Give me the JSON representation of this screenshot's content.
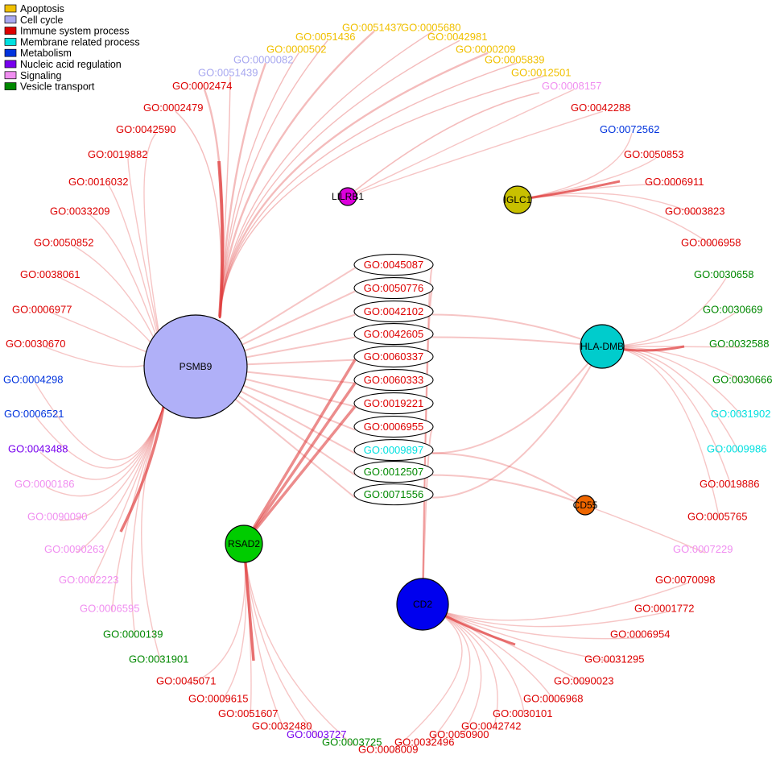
{
  "legend": [
    {
      "label": "Apoptosis",
      "color": "#f0c000"
    },
    {
      "label": "Cell cycle",
      "color": "#a8a8f0"
    },
    {
      "label": "Immune system process",
      "color": "#dd0000"
    },
    {
      "label": "Membrane related process",
      "color": "#00e0e0"
    },
    {
      "label": "Metabolism",
      "color": "#0033dd"
    },
    {
      "label": "Nucleic acid regulation",
      "color": "#7700ee"
    },
    {
      "label": "Signaling",
      "color": "#f08ef0"
    },
    {
      "label": "Vesicle transport",
      "color": "#008800"
    }
  ],
  "genes": [
    {
      "id": "PSMB9",
      "label": "PSMB9",
      "color": "#b0b0f8"
    },
    {
      "id": "LILRB1",
      "label": "LILRB1",
      "color": "#dd00dd"
    },
    {
      "id": "IGLC1",
      "label": "IGLC1",
      "color": "#c8c000"
    },
    {
      "id": "HLA-DMB",
      "label": "HLA-DMB",
      "color": "#00cccc"
    },
    {
      "id": "CD55",
      "label": "CD55",
      "color": "#ee6600"
    },
    {
      "id": "RSAD2",
      "label": "RSAD2",
      "color": "#00cc00"
    },
    {
      "id": "CD2",
      "label": "CD2",
      "color": "#0000ee"
    }
  ],
  "go_terms": [
    {
      "label": "GO:0002474",
      "category": "Immune system process",
      "gene": "PSMB9"
    },
    {
      "label": "GO:0002479",
      "category": "Immune system process",
      "gene": "PSMB9"
    },
    {
      "label": "GO:0042590",
      "category": "Immune system process",
      "gene": "PSMB9"
    },
    {
      "label": "GO:0019882",
      "category": "Immune system process",
      "gene": "PSMB9"
    },
    {
      "label": "GO:0016032",
      "category": "Immune system process",
      "gene": "PSMB9"
    },
    {
      "label": "GO:0033209",
      "category": "Immune system process",
      "gene": "PSMB9"
    },
    {
      "label": "GO:0050852",
      "category": "Immune system process",
      "gene": "PSMB9"
    },
    {
      "label": "GO:0038061",
      "category": "Immune system process",
      "gene": "PSMB9"
    },
    {
      "label": "GO:0006977",
      "category": "Immune system process",
      "gene": "PSMB9"
    },
    {
      "label": "GO:0030670",
      "category": "Immune system process",
      "gene": "PSMB9"
    },
    {
      "label": "GO:0004298",
      "category": "Metabolism",
      "gene": "PSMB9"
    },
    {
      "label": "GO:0006521",
      "category": "Metabolism",
      "gene": "PSMB9"
    },
    {
      "label": "GO:0043488",
      "category": "Nucleic acid regulation",
      "gene": "PSMB9"
    },
    {
      "label": "GO:0000186",
      "category": "Signaling",
      "gene": "PSMB9"
    },
    {
      "label": "GO:0090090",
      "category": "Signaling",
      "gene": "PSMB9"
    },
    {
      "label": "GO:0090263",
      "category": "Signaling",
      "gene": "PSMB9"
    },
    {
      "label": "GO:0002223",
      "category": "Signaling",
      "gene": "PSMB9"
    },
    {
      "label": "GO:0006595",
      "category": "Signaling",
      "gene": "PSMB9"
    },
    {
      "label": "GO:0000139",
      "category": "Vesicle transport",
      "gene": "PSMB9"
    },
    {
      "label": "GO:0031901",
      "category": "Vesicle transport",
      "gene": "PSMB9"
    },
    {
      "label": "GO:0051439",
      "category": "Cell cycle",
      "gene": "PSMB9"
    },
    {
      "label": "GO:0000082",
      "category": "Cell cycle",
      "gene": "PSMB9"
    },
    {
      "label": "GO:0000502",
      "category": "Apoptosis",
      "gene": "PSMB9"
    },
    {
      "label": "GO:0051436",
      "category": "Apoptosis",
      "gene": "PSMB9"
    },
    {
      "label": "GO:0051437",
      "category": "Apoptosis",
      "gene": "PSMB9"
    },
    {
      "label": "GO:0005680",
      "category": "Apoptosis",
      "gene": "PSMB9"
    },
    {
      "label": "GO:0042981",
      "category": "Apoptosis",
      "gene": "PSMB9"
    },
    {
      "label": "GO:0000209",
      "category": "Apoptosis",
      "gene": "PSMB9"
    },
    {
      "label": "GO:0005839",
      "category": "Apoptosis",
      "gene": "PSMB9"
    },
    {
      "label": "GO:0012501",
      "category": "Apoptosis",
      "gene": "PSMB9"
    },
    {
      "label": "GO:0008157",
      "category": "Signaling",
      "gene": "LILRB1"
    },
    {
      "label": "GO:0042288",
      "category": "Immune system process",
      "gene": "LILRB1"
    },
    {
      "label": "GO:0072562",
      "category": "Metabolism",
      "gene": "IGLC1"
    },
    {
      "label": "GO:0050853",
      "category": "Immune system process",
      "gene": "IGLC1"
    },
    {
      "label": "GO:0006911",
      "category": "Immune system process",
      "gene": "IGLC1"
    },
    {
      "label": "GO:0003823",
      "category": "Immune system process",
      "gene": "IGLC1"
    },
    {
      "label": "GO:0006958",
      "category": "Immune system process",
      "gene": "IGLC1"
    },
    {
      "label": "GO:0030658",
      "category": "Vesicle transport",
      "gene": "HLA-DMB"
    },
    {
      "label": "GO:0030669",
      "category": "Vesicle transport",
      "gene": "HLA-DMB"
    },
    {
      "label": "GO:0032588",
      "category": "Vesicle transport",
      "gene": "HLA-DMB"
    },
    {
      "label": "GO:0030666",
      "category": "Vesicle transport",
      "gene": "HLA-DMB"
    },
    {
      "label": "GO:0031902",
      "category": "Membrane related process",
      "gene": "HLA-DMB"
    },
    {
      "label": "GO:0009986",
      "category": "Membrane related process",
      "gene": "HLA-DMB"
    },
    {
      "label": "GO:0019886",
      "category": "Immune system process",
      "gene": "HLA-DMB"
    },
    {
      "label": "GO:0005765",
      "category": "Immune system process",
      "gene": "HLA-DMB"
    },
    {
      "label": "GO:0007229",
      "category": "Signaling",
      "gene": "CD55"
    },
    {
      "label": "GO:0070098",
      "category": "Immune system process",
      "gene": "CD2"
    },
    {
      "label": "GO:0001772",
      "category": "Immune system process",
      "gene": "CD2"
    },
    {
      "label": "GO:0006954",
      "category": "Immune system process",
      "gene": "CD2"
    },
    {
      "label": "GO:0031295",
      "category": "Immune system process",
      "gene": "CD2"
    },
    {
      "label": "GO:0090023",
      "category": "Immune system process",
      "gene": "CD2"
    },
    {
      "label": "GO:0006968",
      "category": "Immune system process",
      "gene": "CD2"
    },
    {
      "label": "GO:0030101",
      "category": "Immune system process",
      "gene": "CD2"
    },
    {
      "label": "GO:0042742",
      "category": "Immune system process",
      "gene": "CD2"
    },
    {
      "label": "GO:0050900",
      "category": "Immune system process",
      "gene": "CD2"
    },
    {
      "label": "GO:0032496",
      "category": "Immune system process",
      "gene": "CD2"
    },
    {
      "label": "GO:0008009",
      "category": "Immune system process",
      "gene": "CD2"
    },
    {
      "label": "GO:0003725",
      "category": "Vesicle transport",
      "gene": "RSAD2"
    },
    {
      "label": "GO:0003727",
      "category": "Nucleic acid regulation",
      "gene": "RSAD2"
    },
    {
      "label": "GO:0032480",
      "category": "Immune system process",
      "gene": "RSAD2"
    },
    {
      "label": "GO:0051607",
      "category": "Immune system process",
      "gene": "RSAD2"
    },
    {
      "label": "GO:0009615",
      "category": "Immune system process",
      "gene": "RSAD2"
    },
    {
      "label": "GO:0045071",
      "category": "Immune system process",
      "gene": "RSAD2"
    }
  ],
  "shared_terms": [
    {
      "label": "GO:0045087",
      "category": "Immune system process",
      "genes": [
        "PSMB9",
        "CD2"
      ]
    },
    {
      "label": "GO:0050776",
      "category": "Immune system process",
      "genes": [
        "PSMB9",
        "CD2"
      ]
    },
    {
      "label": "GO:0042102",
      "category": "Immune system process",
      "genes": [
        "PSMB9",
        "HLA-DMB"
      ]
    },
    {
      "label": "GO:0042605",
      "category": "Immune system process",
      "genes": [
        "PSMB9",
        "HLA-DMB"
      ]
    },
    {
      "label": "GO:0060337",
      "category": "Immune system process",
      "genes": [
        "PSMB9",
        "RSAD2"
      ]
    },
    {
      "label": "GO:0060333",
      "category": "Immune system process",
      "genes": [
        "PSMB9",
        "RSAD2"
      ]
    },
    {
      "label": "GO:0019221",
      "category": "Immune system process",
      "genes": [
        "PSMB9",
        "RSAD2"
      ]
    },
    {
      "label": "GO:0006955",
      "category": "Immune system process",
      "genes": [
        "PSMB9",
        "CD2"
      ]
    },
    {
      "label": "GO:0009897",
      "category": "Membrane related process",
      "genes": [
        "PSMB9",
        "HLA-DMB",
        "CD55"
      ]
    },
    {
      "label": "GO:0012507",
      "category": "Vesicle transport",
      "genes": [
        "PSMB9",
        "CD55"
      ]
    },
    {
      "label": "GO:0071556",
      "category": "Vesicle transport",
      "genes": [
        "PSMB9",
        "HLA-DMB"
      ]
    }
  ]
}
